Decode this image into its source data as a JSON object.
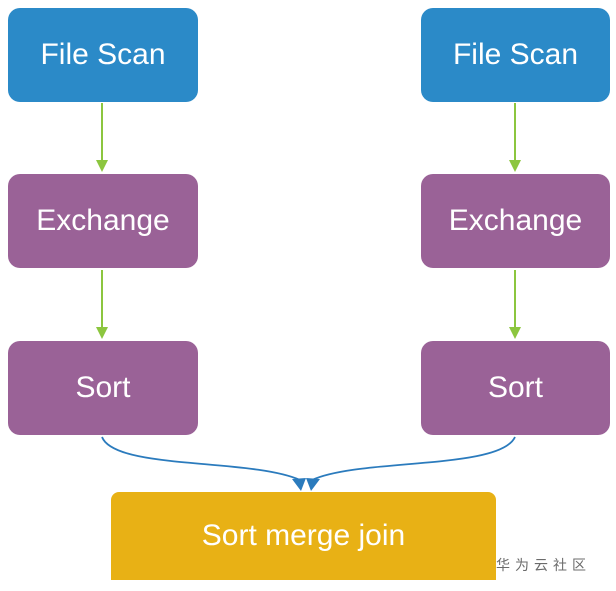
{
  "diagram": {
    "left": {
      "scan_label": "File Scan",
      "exchange_label": "Exchange",
      "sort_label": "Sort"
    },
    "right": {
      "scan_label": "File Scan",
      "exchange_label": "Exchange",
      "sort_label": "Sort"
    },
    "join_label": "Sort merge join",
    "colors": {
      "scan": "#2b8ac8",
      "exchange_sort": "#9a6297",
      "join": "#e8b115",
      "straight_arrow": "#8cc63f",
      "curved_arrow": "#2b7bbd"
    }
  },
  "watermark": "华为云社区"
}
